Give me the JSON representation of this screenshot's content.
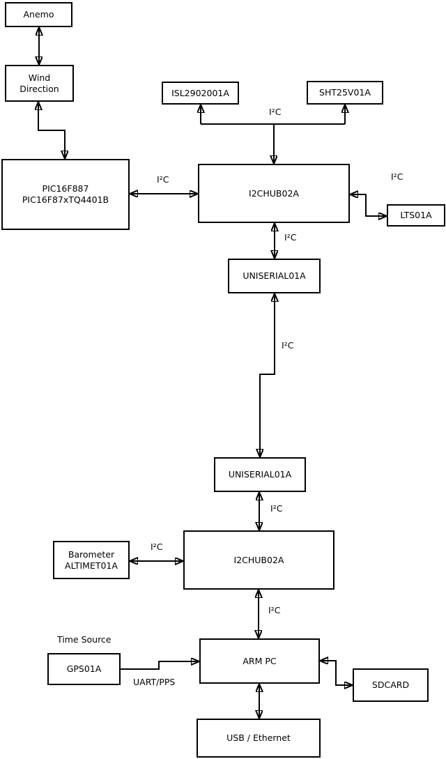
{
  "diagram": {
    "background_color": "#ffffff",
    "line_color": "#000000",
    "box_fill_color": "#ffffff"
  },
  "nodes": {
    "anemo": {
      "label": "Anemo"
    },
    "wind_direction": {
      "line1": "Wind",
      "line2": "Direction"
    },
    "pic": {
      "line1": "PIC16F887",
      "line2": "PIC16F87xTQ4401B"
    },
    "isl": {
      "label": "ISL2902001A"
    },
    "sht": {
      "label": "SHT25V01A"
    },
    "hub1": {
      "label": "I2CHUB02A"
    },
    "lts": {
      "label": "LTS01A"
    },
    "uniserial1": {
      "label": "UNISERIAL01A"
    },
    "uniserial2": {
      "label": "UNISERIAL01A"
    },
    "hub2": {
      "label": "I2CHUB02A"
    },
    "barometer": {
      "line1": "Barometer",
      "line2": "ALTIMET01A"
    },
    "gps": {
      "label": "GPS01A"
    },
    "armpc": {
      "label": "ARM PC"
    },
    "sdcard": {
      "label": "SDCARD"
    },
    "usb": {
      "label": "USB / Ethernet"
    }
  },
  "edge_labels": {
    "i2c_isl_sht": "I²C",
    "i2c_pic_hub1": "I²C",
    "i2c_hub1_lts": "I²C",
    "i2c_hub1_uniserial1": "I²C",
    "i2c_uniserial_link": "I²C",
    "i2c_uniserial2_hub2": "I²C",
    "i2c_barometer_hub2": "I²C",
    "i2c_hub2_armpc": "I²C",
    "uart_pps": "UART/PPS",
    "time_source": "Time Source"
  }
}
